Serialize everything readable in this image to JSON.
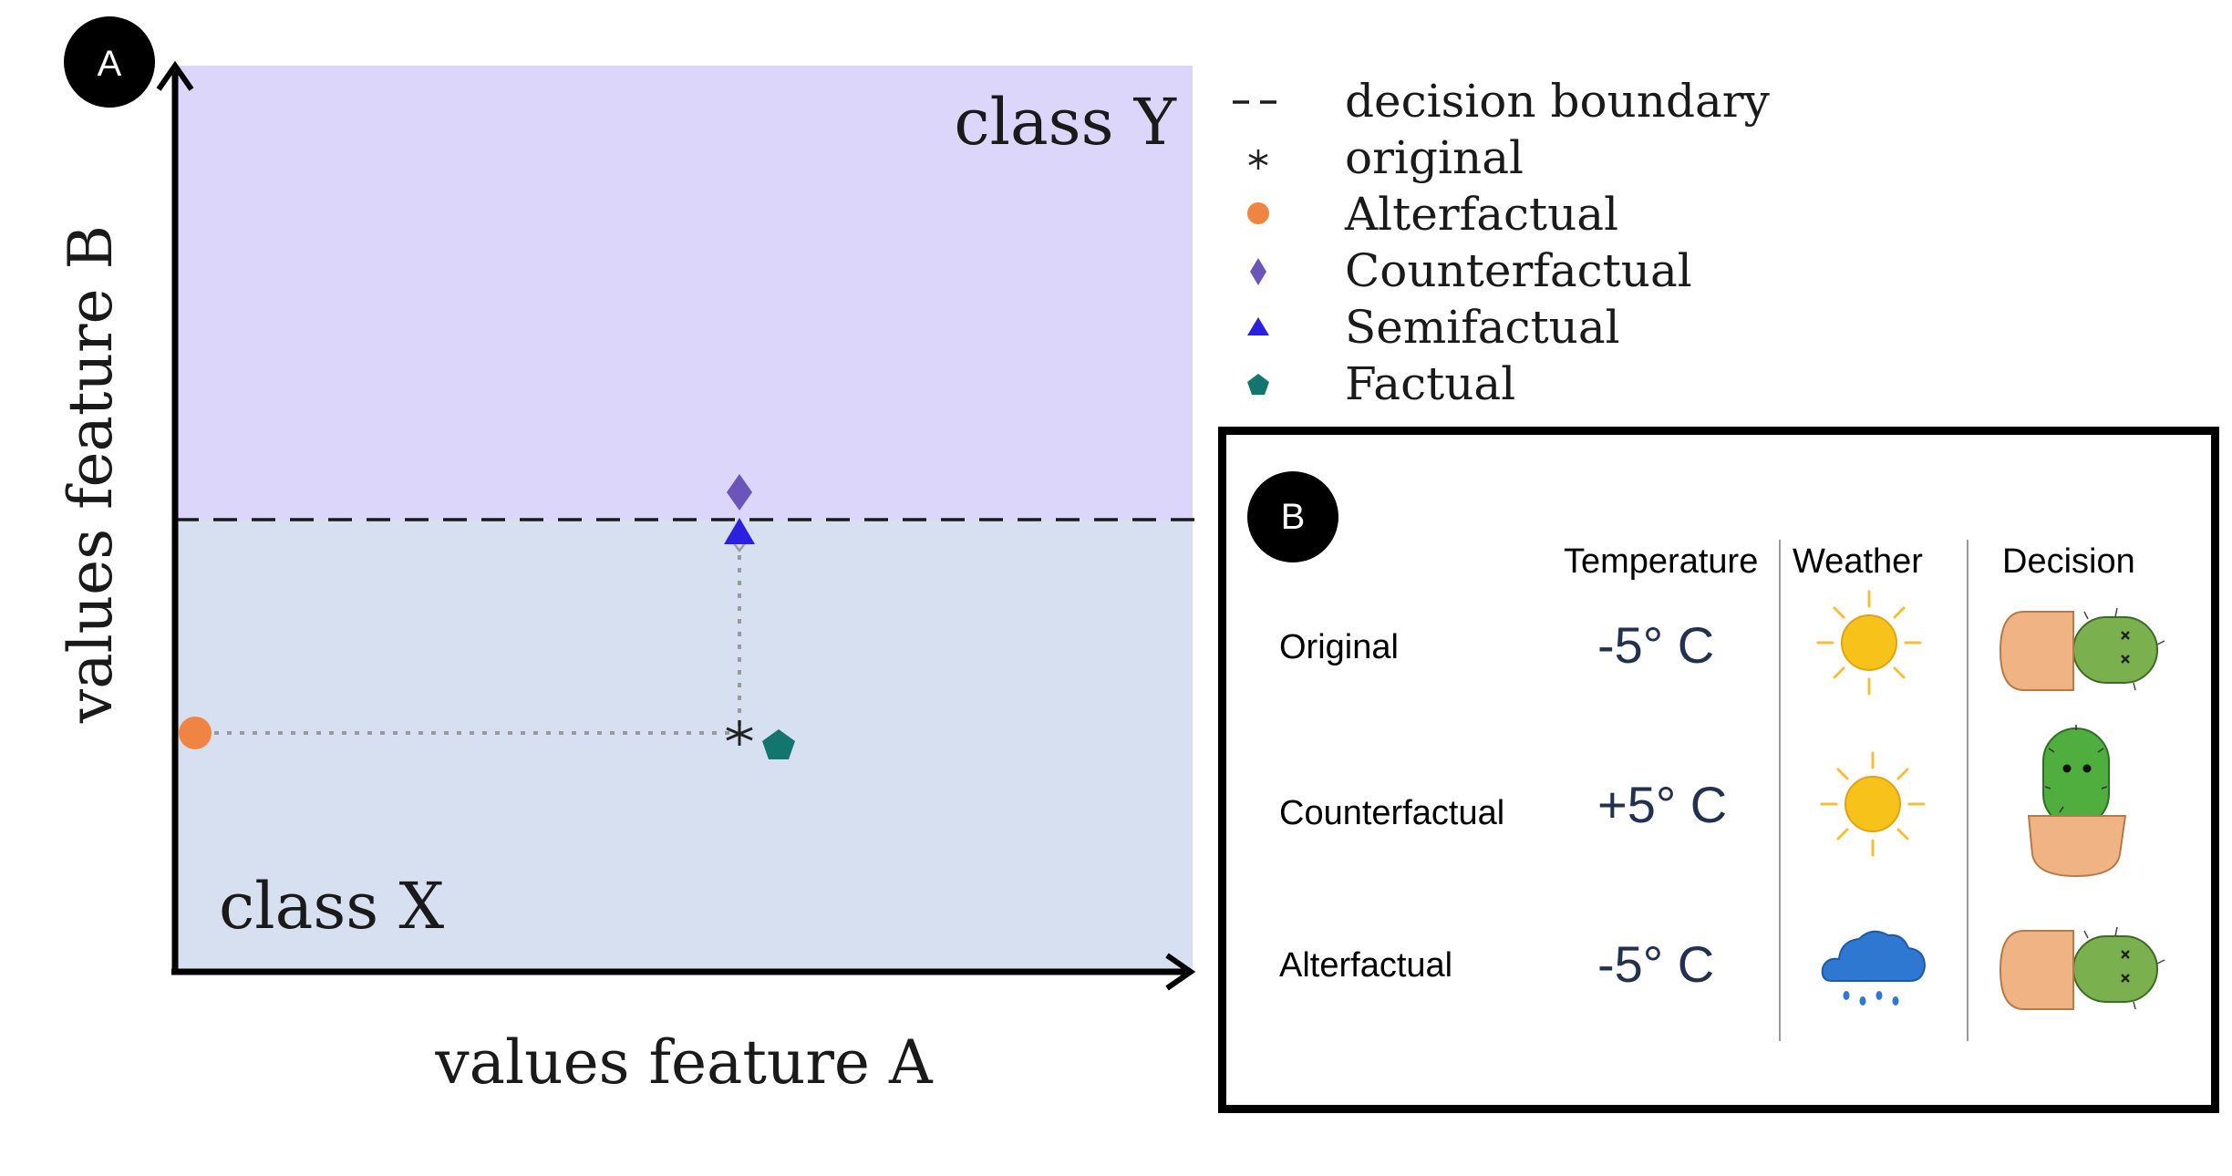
{
  "panel_a": {
    "badge": "A",
    "class_top": "class Y",
    "class_bottom": "class X",
    "x_label": "values feature A",
    "y_label": "values feature B",
    "colors": {
      "class_y_region": "#dcd6fb",
      "class_x_region": "#d6e0f0",
      "counterfactual": "#6b55b8",
      "semifactual": "#2b1fe0",
      "alterfactual": "#f08443",
      "factual": "#12766e",
      "original": "#222222",
      "path": "#9a9a9a"
    },
    "legend": [
      {
        "symbol": "dashed-line-icon",
        "label": "decision boundary"
      },
      {
        "symbol": "star-icon",
        "label": "original"
      },
      {
        "symbol": "circle-icon",
        "label": "Alterfactual"
      },
      {
        "symbol": "diamond-icon",
        "label": "Counterfactual"
      },
      {
        "symbol": "triangle-icon",
        "label": "Semifactual"
      },
      {
        "symbol": "pentagon-icon",
        "label": "Factual"
      }
    ]
  },
  "panel_b": {
    "badge": "B",
    "columns": [
      "Temperature",
      "Weather",
      "Decision"
    ],
    "rows": [
      {
        "label": "Original",
        "temperature": "-5° C",
        "weather": "sun-icon",
        "decision": "dead-cactus-icon"
      },
      {
        "label": "Counterfactual",
        "temperature": "+5° C",
        "weather": "sun-icon",
        "decision": "healthy-cactus-icon"
      },
      {
        "label": "Alterfactual",
        "temperature": "-5° C",
        "weather": "rain-cloud-icon",
        "decision": "dead-cactus-icon"
      }
    ]
  }
}
